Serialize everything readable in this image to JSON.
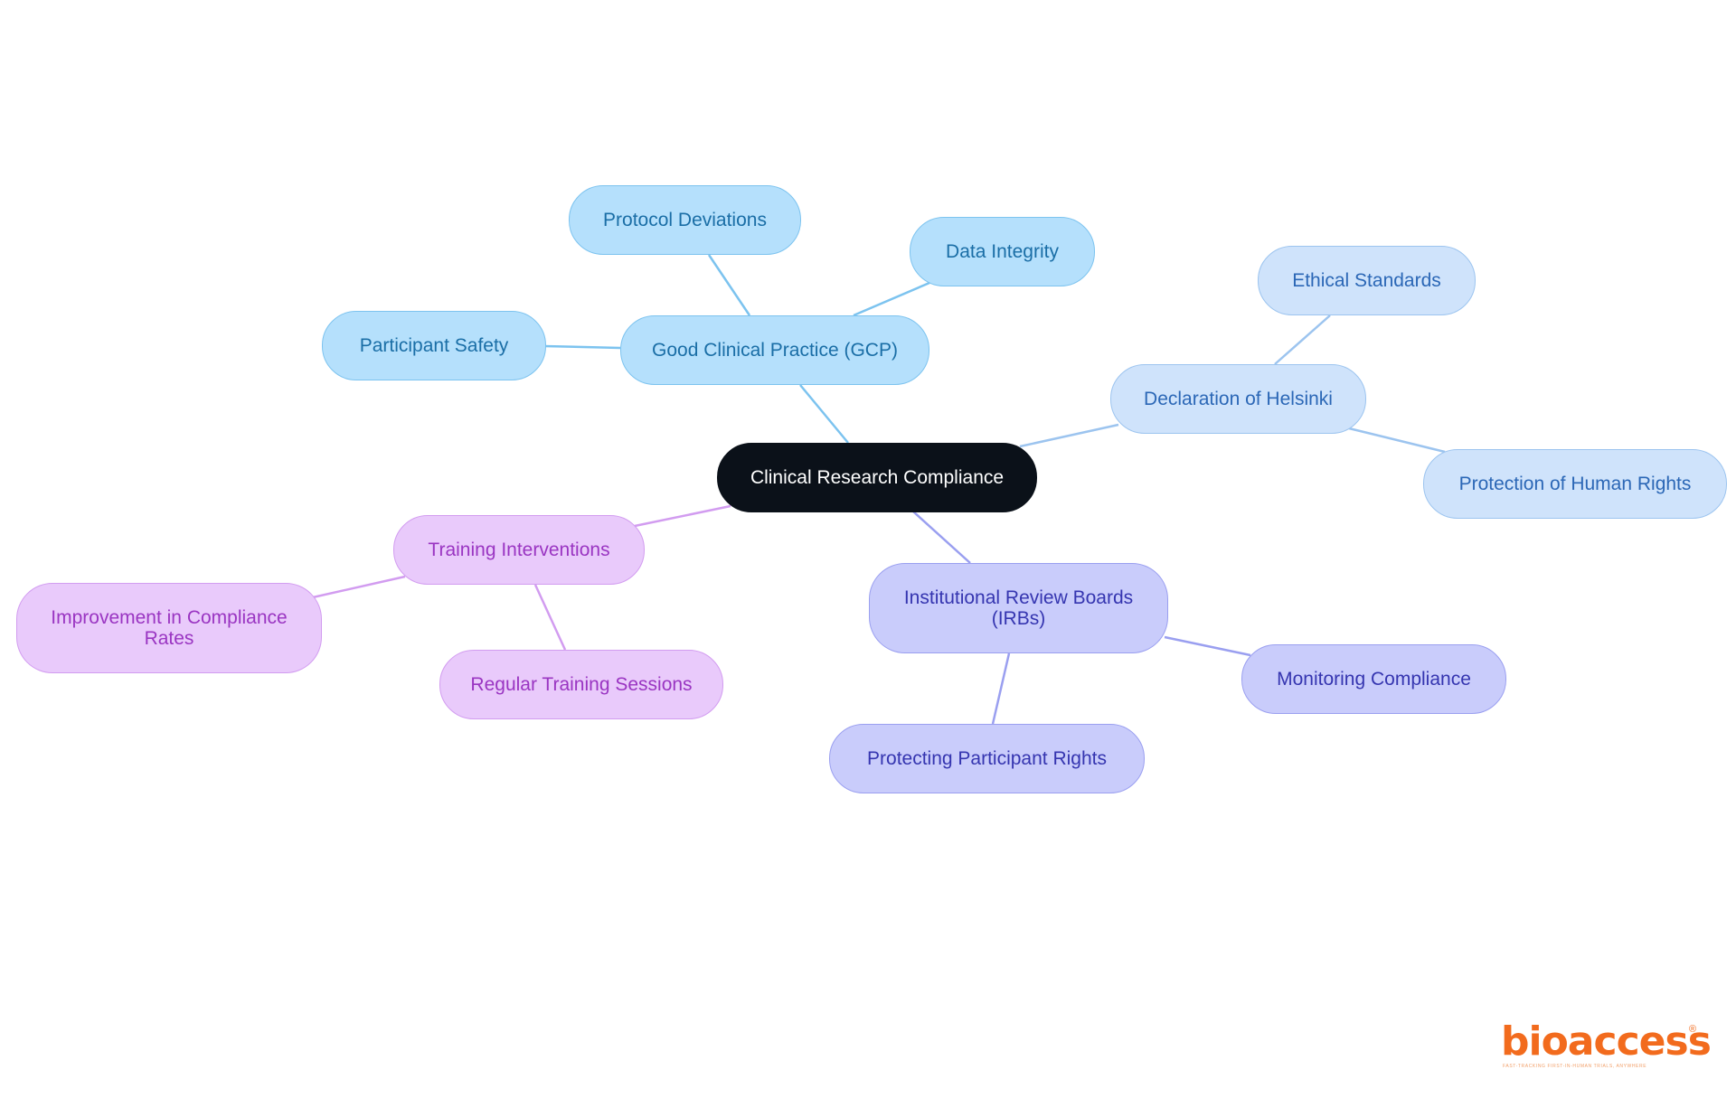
{
  "diagram": {
    "root": {
      "label": "Clinical Research Compliance"
    },
    "branches": [
      {
        "id": "gcp",
        "label": "Good Clinical Practice (GCP)",
        "color": "#7cc3ef",
        "children": [
          {
            "id": "protocol",
            "label": "Protocol Deviations"
          },
          {
            "id": "integrity",
            "label": "Data Integrity"
          },
          {
            "id": "safety",
            "label": "Participant Safety"
          }
        ]
      },
      {
        "id": "helsinki",
        "label": "Declaration of Helsinki",
        "color": "#9cc4ef",
        "children": [
          {
            "id": "ethical",
            "label": "Ethical Standards"
          },
          {
            "id": "human-rights",
            "label": "Protection of Human Rights"
          }
        ]
      },
      {
        "id": "irb",
        "label": "Institutional Review Boards\n(IRBs)",
        "color": "#9a9ff0",
        "children": [
          {
            "id": "monitoring",
            "label": "Monitoring Compliance"
          },
          {
            "id": "rights",
            "label": "Protecting Participant Rights"
          }
        ]
      },
      {
        "id": "training",
        "label": "Training Interventions",
        "color": "#d29cf0",
        "children": [
          {
            "id": "rates",
            "label": "Improvement in Compliance\nRates"
          },
          {
            "id": "sessions",
            "label": "Regular Training Sessions"
          }
        ]
      }
    ]
  },
  "logo": {
    "name": "bioaccess",
    "mark": "®",
    "tagline": "FAST-TRACKING FIRST-IN-HUMAN TRIALS, ANYWHERE"
  }
}
